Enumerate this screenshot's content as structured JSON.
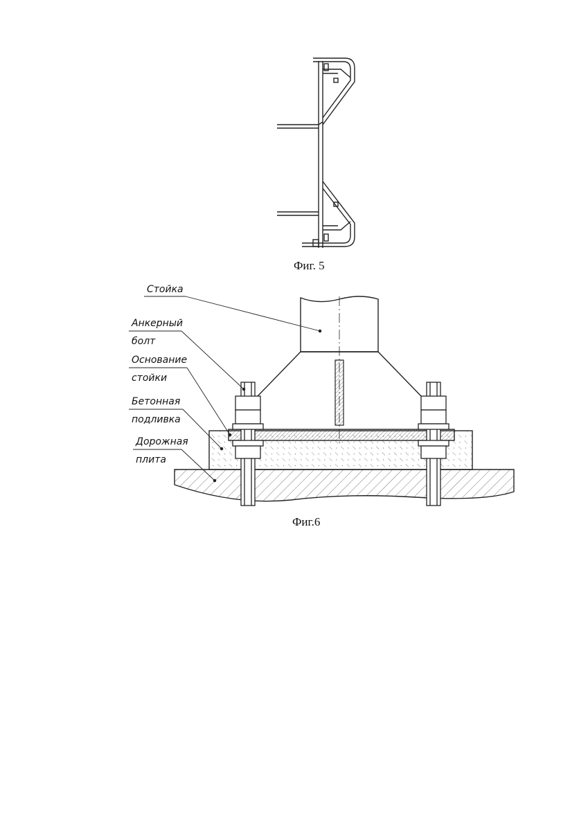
{
  "figure5": {
    "caption": "Фиг. 5"
  },
  "figure6": {
    "caption": "Фиг.6",
    "labels": {
      "post": "Стойка",
      "anchor_bolt_1": "Анкерный",
      "anchor_bolt_2": "болт",
      "post_base_1": "Основание",
      "post_base_2": "стойки",
      "concrete_grout_1": "Бетонная",
      "concrete_grout_2": "подливка",
      "road_slab_1": "Дорожная",
      "road_slab_2": "плита"
    }
  }
}
